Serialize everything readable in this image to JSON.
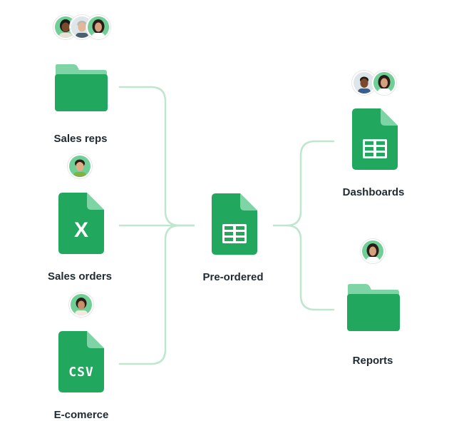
{
  "nodes": {
    "sales_reps": {
      "label": "Sales reps",
      "icon": "folder-icon"
    },
    "sales_orders": {
      "label": "Sales orders",
      "icon": "excel-file-icon",
      "badge": "X"
    },
    "ecommerce": {
      "label": "E-comerce",
      "icon": "csv-file-icon",
      "badge": "CSV"
    },
    "pre_ordered": {
      "label": "Pre-ordered",
      "icon": "spreadsheet-file-icon"
    },
    "dashboards": {
      "label": "Dashboards",
      "icon": "spreadsheet-file-icon"
    },
    "reports": {
      "label": "Reports",
      "icon": "folder-icon"
    }
  },
  "colors": {
    "icon_green": "#22a75f",
    "icon_light_green": "#7ed4a4",
    "connector": "#bfe6cf"
  }
}
